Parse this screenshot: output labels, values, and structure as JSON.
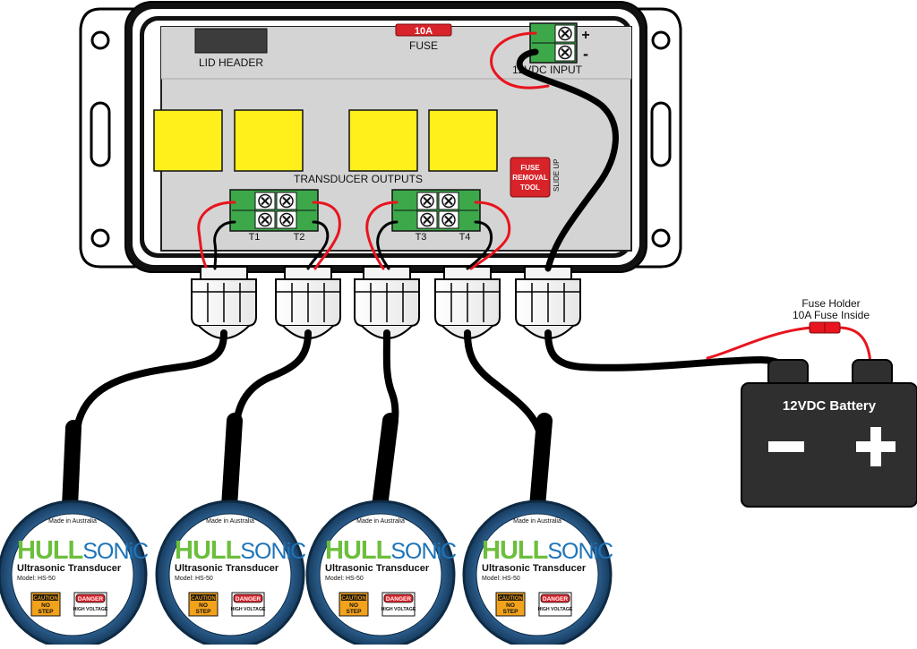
{
  "enclosure": {
    "lid_header_label": "LID HEADER",
    "fuse_rating": "10A",
    "fuse_label": "FUSE",
    "input_label": "12VDC INPUT",
    "input_plus": "+",
    "input_minus": "-",
    "outputs_label": "TRANSDUCER OUTPUTS",
    "fuse_tool_line1": "FUSE",
    "fuse_tool_line2": "REMOVAL",
    "fuse_tool_line3": "TOOL",
    "slide_up_label": "SLIDE UP",
    "terminals": [
      {
        "label": "T1"
      },
      {
        "label": "T2"
      },
      {
        "label": "T3"
      },
      {
        "label": "T4"
      }
    ]
  },
  "fuse_holder": {
    "line1": "Fuse Holder",
    "line2": "10A Fuse Inside"
  },
  "battery": {
    "label": "12VDC Battery",
    "minus": "−",
    "plus": "+"
  },
  "transducers": [
    {
      "made_in": "Made in Australia",
      "brand_a": "HULL",
      "brand_b": "SONiC",
      "product": "Ultrasonic Transducer",
      "model": "Model: HS-50",
      "caution_1": "CAUTION",
      "caution_2": "NO",
      "caution_3": "STEP",
      "danger_1": "DANGER",
      "danger_2": "HIGH VOLTAGE"
    },
    {
      "made_in": "Made in Australia",
      "brand_a": "HULL",
      "brand_b": "SONiC",
      "product": "Ultrasonic Transducer",
      "model": "Model: HS-50",
      "caution_1": "CAUTION",
      "caution_2": "NO",
      "caution_3": "STEP",
      "danger_1": "DANGER",
      "danger_2": "HIGH VOLTAGE"
    },
    {
      "made_in": "Made in Australia",
      "brand_a": "HULL",
      "brand_b": "SONiC",
      "product": "Ultrasonic Transducer",
      "model": "Model: HS-50",
      "caution_1": "CAUTION",
      "caution_2": "NO",
      "caution_3": "STEP",
      "danger_1": "DANGER",
      "danger_2": "HIGH VOLTAGE"
    },
    {
      "made_in": "Made in Australia",
      "brand_a": "HULL",
      "brand_b": "SONiC",
      "product": "Ultrasonic Transducer",
      "model": "Model: HS-50",
      "caution_1": "CAUTION",
      "caution_2": "NO",
      "caution_3": "STEP",
      "danger_1": "DANGER",
      "danger_2": "HIGH VOLTAGE"
    }
  ],
  "colors": {
    "enclosure": "#d4d4d4",
    "socket": "#ffef1a",
    "terminal": "#3ca84a",
    "wire_red": "#e8141e",
    "wire_black": "#000000",
    "fuse": "#d8232a",
    "brand_green": "#6cbf3d",
    "brand_blue": "#1d74b8",
    "transducer_ring": "#1f4e7a"
  }
}
